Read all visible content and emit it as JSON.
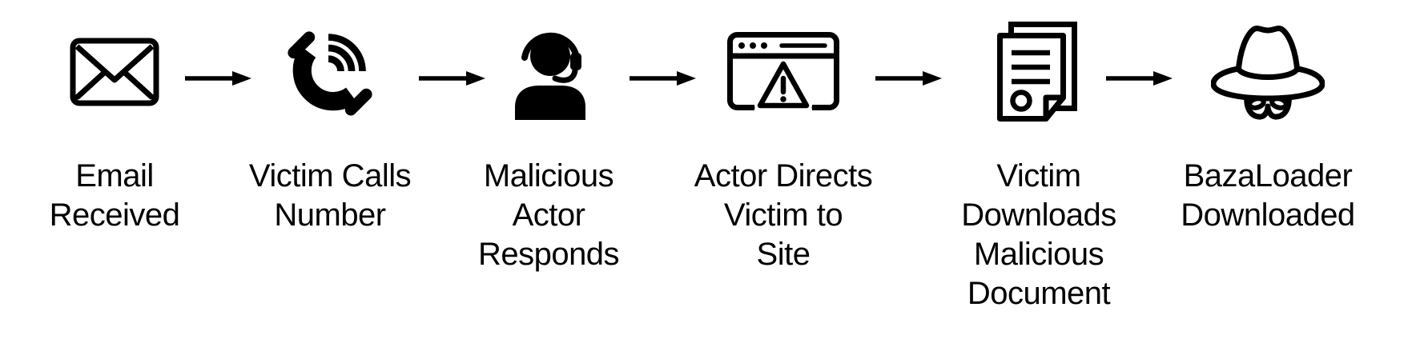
{
  "diagram": {
    "type": "flow",
    "direction": "left-to-right",
    "colors": {
      "ink": "#000000",
      "background": "#ffffff"
    },
    "connector": {
      "shape": "arrow-right",
      "count": 5
    },
    "steps": [
      {
        "icon": "email-icon",
        "label": "Email\nReceived"
      },
      {
        "icon": "phone-call-icon",
        "label": "Victim Calls\nNumber"
      },
      {
        "icon": "call-agent-icon",
        "label": "Malicious\nActor\nResponds"
      },
      {
        "icon": "browser-warning-icon",
        "label": "Actor Directs\nVictim to\nSite"
      },
      {
        "icon": "malicious-document-icon",
        "label": "Victim\nDownloads\nMalicious\nDocument"
      },
      {
        "icon": "spy-icon",
        "label": "BazaLoader\nDownloaded"
      }
    ]
  }
}
